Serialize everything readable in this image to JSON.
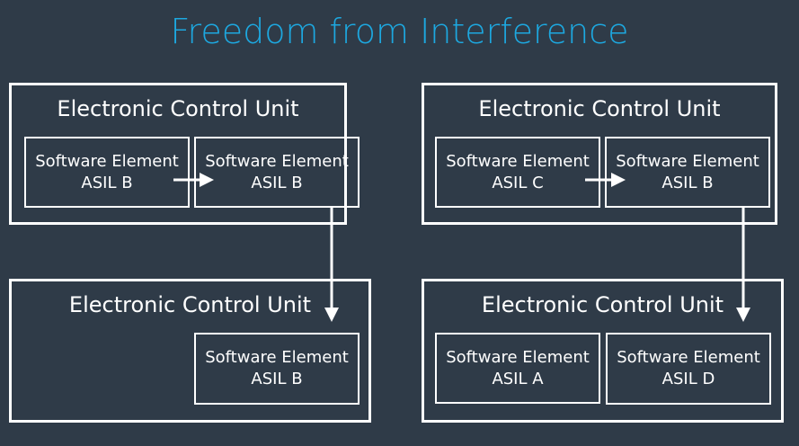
{
  "title": "Freedom from Interference",
  "diagrams": [
    {
      "top_ecu": {
        "label": "Electronic Control Unit",
        "elements": [
          {
            "name": "Software Element",
            "asil": "ASIL B"
          },
          {
            "name": "Software Element",
            "asil": "ASIL B"
          }
        ]
      },
      "bottom_ecu": {
        "label": "Electronic Control Unit",
        "elements": [
          {
            "name": "Software Element",
            "asil": "ASIL B"
          }
        ]
      }
    },
    {
      "top_ecu": {
        "label": "Electronic Control Unit",
        "elements": [
          {
            "name": "Software Element",
            "asil": "ASIL C"
          },
          {
            "name": "Software Element",
            "asil": "ASIL B"
          }
        ]
      },
      "bottom_ecu": {
        "label": "Electronic Control Unit",
        "elements": [
          {
            "name": "Software Element",
            "asil": "ASIL A"
          },
          {
            "name": "Software Element",
            "asil": "ASIL D"
          }
        ]
      }
    }
  ],
  "colors": {
    "background": "#2f3b48",
    "title": "#1da8e0",
    "lines": "#ffffff"
  }
}
